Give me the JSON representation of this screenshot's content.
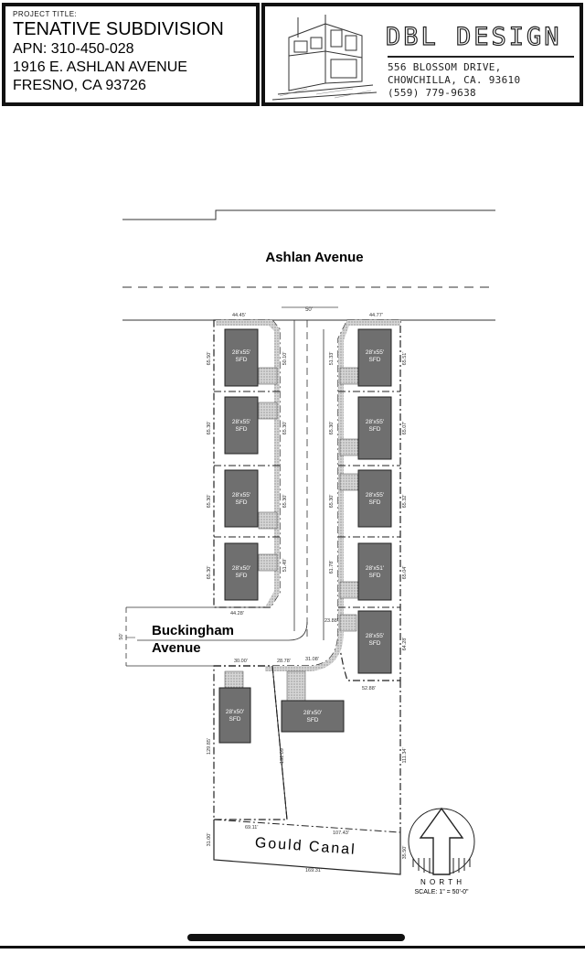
{
  "title_block": {
    "label": "PROJECT TITLE:",
    "title": "TENATIVE SUBDIVISION",
    "apn": "APN: 310-450-028",
    "address1": "1916 E. ASHLAN AVENUE",
    "address2": "FRESNO, CA 93726"
  },
  "firm": {
    "name": "DBL DESIGN",
    "address1": "556 BLOSSOM DRIVE,",
    "address2": "CHOWCHILLA, CA. 93610",
    "phone": "(559) 779-9638"
  },
  "plan": {
    "street_main": "Ashlan Avenue",
    "street_side_1": "Buckingham",
    "street_side_2": "Avenue",
    "canal": "Gould Canal",
    "north": "N O R T H",
    "scale": "SCALE: 1\" = 50'-0\"",
    "right_of_way": "50'",
    "lots_left": [
      {
        "label1": "28'x55'",
        "label2": "SFD"
      },
      {
        "label1": "28'x55'",
        "label2": "SFD"
      },
      {
        "label1": "28'x55'",
        "label2": "SFD"
      },
      {
        "label1": "28'x50'",
        "label2": "SFD"
      }
    ],
    "lots_right": [
      {
        "label1": "28'x55'",
        "label2": "SFD"
      },
      {
        "label1": "28'x55'",
        "label2": "SFD"
      },
      {
        "label1": "28'x55'",
        "label2": "SFD"
      },
      {
        "label1": "28'x51'",
        "label2": "SFD"
      },
      {
        "label1": "28'x55'",
        "label2": "SFD"
      }
    ],
    "lots_bottom": [
      {
        "label1": "28'x50'",
        "label2": "SFD"
      },
      {
        "label1": "28'x50'",
        "label2": "SFD"
      }
    ],
    "dims": {
      "top_left": "44.45'",
      "top_right": "44.77'",
      "left_1": "65.50'",
      "left_2": "65.30'",
      "left_3": "65.30'",
      "left_4": "65.30'",
      "right_1": "65.51'",
      "right_2": "65.07'",
      "right_3": "65.32'",
      "right_4": "65.04'",
      "right_5": "64.28'",
      "inner_l1": "50.10'",
      "inner_l2": "65.30'",
      "inner_l3": "65.30'",
      "inner_l4": "51.49'",
      "inner_r1": "51.33'",
      "inner_r2": "65.30'",
      "inner_r3": "65.30'",
      "inner_r4": "61.78'",
      "bottom_left_lot": "44.28'",
      "curve": "23.88'",
      "lot5_bottom": "52.88'",
      "btm_a": "30.00'",
      "btm_b": "28.78'",
      "btm_c": "31.08'",
      "side_a": "129.85'",
      "side_b": "131.09'",
      "side_c": "111.34'",
      "canal_a": "69.11'",
      "canal_b": "107.43'",
      "canal_c": "169.31'",
      "canal_d": "31.00'",
      "canal_e": "35.50'",
      "street_width": "50'"
    }
  }
}
